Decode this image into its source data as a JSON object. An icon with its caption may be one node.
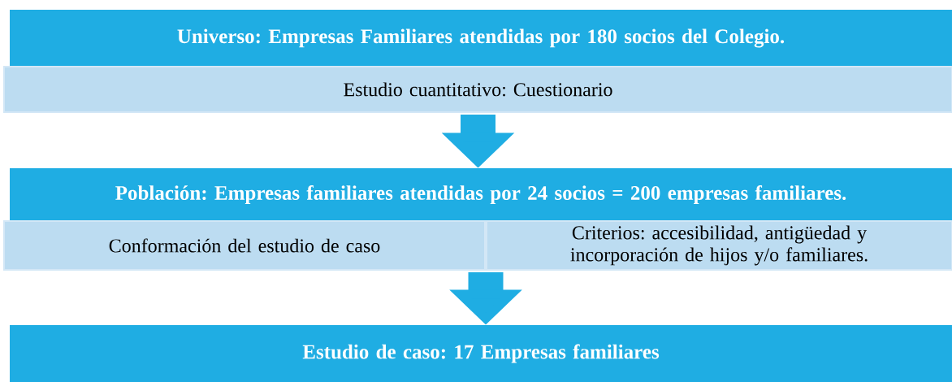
{
  "diagram": {
    "nodes": [
      {
        "text": [
          "Universo: Empresas Familiares atendidas por 180 socios del Colegio."
        ]
      },
      {
        "text": [
          "Estudio cuantitativo: Cuestionario"
        ]
      },
      {
        "text": [
          "Población: Empresas familiares atendidas por 24 socios = 200 empresas familiares."
        ]
      },
      {
        "text": [
          "Conformación del estudio de caso"
        ]
      },
      {
        "text": [
          "Criterios: accesibilidad, antigüedad y incorporación de hijos y/o familiares."
        ]
      },
      {
        "text": [
          "Estudio de caso: 17 Empresas familiares"
        ]
      }
    ],
    "edges": [
      {
        "from": 1,
        "to": 2,
        "arrow": "to"
      },
      {
        "from": 3,
        "to": 5,
        "arrow": "to"
      },
      {
        "from": 4,
        "to": 5,
        "arrow": "to"
      }
    ]
  }
}
